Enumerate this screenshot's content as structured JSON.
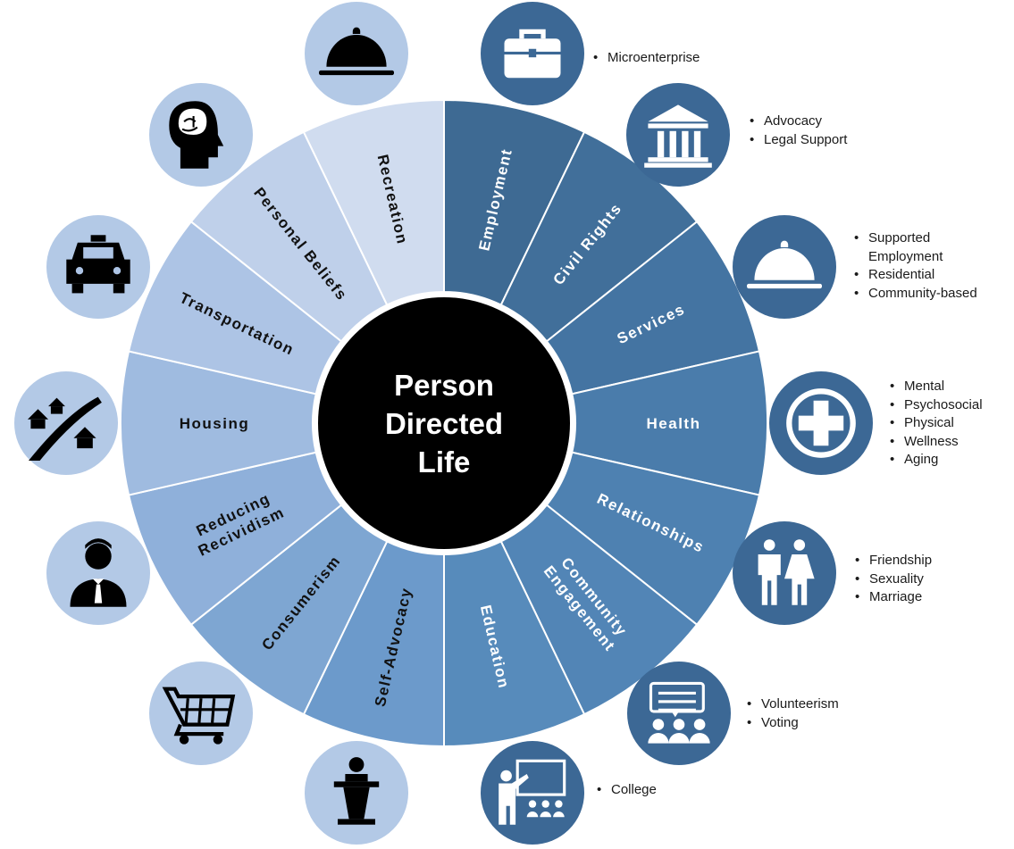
{
  "center": {
    "lines": [
      "Person",
      "Directed",
      "Life"
    ]
  },
  "segments": [
    {
      "id": "employment",
      "label": [
        "Employment"
      ],
      "color": "#3e6a93",
      "text": "#ffffff",
      "icon": "briefcase-icon",
      "notes": [
        "Microenterprise"
      ]
    },
    {
      "id": "civil-rights",
      "label": [
        "Civil Rights"
      ],
      "color": "#416f9a",
      "text": "#ffffff",
      "icon": "courthouse-icon",
      "notes": [
        "Advocacy",
        "Legal Support"
      ]
    },
    {
      "id": "services",
      "label": [
        "Services"
      ],
      "color": "#4474a2",
      "text": "#ffffff",
      "icon": "cloche-icon",
      "notes": [
        "Supported Employment",
        "Residential",
        "Community-based"
      ]
    },
    {
      "id": "health",
      "label": [
        "Health"
      ],
      "color": "#4a7cab",
      "text": "#ffffff",
      "icon": "medical-cross-icon",
      "notes": [
        "Mental",
        "Psychosocial",
        "Physical",
        "Wellness",
        "Aging"
      ]
    },
    {
      "id": "relationships",
      "label": [
        "Relationships"
      ],
      "color": "#4e81b1",
      "text": "#ffffff",
      "icon": "couple-icon",
      "notes": [
        "Friendship",
        "Sexuality",
        "Marriage"
      ]
    },
    {
      "id": "community-engagement",
      "label": [
        "Community",
        "Engagement"
      ],
      "color": "#5285b6",
      "text": "#ffffff",
      "icon": "meeting-group-icon",
      "notes": [
        "Volunteerism",
        "Voting"
      ]
    },
    {
      "id": "education",
      "label": [
        "Education"
      ],
      "color": "#578bbb",
      "text": "#ffffff",
      "icon": "teacher-board-icon",
      "notes": [
        "College"
      ]
    },
    {
      "id": "self-advocacy",
      "label": [
        "Self-Advocacy"
      ],
      "color": "#6c9acb",
      "text": "#111111",
      "icon": "podium-speaker-icon",
      "notes": []
    },
    {
      "id": "consumerism",
      "label": [
        "Consumerism"
      ],
      "color": "#7ea6d2",
      "text": "#111111",
      "icon": "shopping-cart-icon",
      "notes": []
    },
    {
      "id": "reducing-recidivism",
      "label": [
        "Reducing",
        "Recividism"
      ],
      "color": "#8fb0da",
      "text": "#111111",
      "icon": "businessman-icon",
      "notes": []
    },
    {
      "id": "housing",
      "label": [
        "Housing"
      ],
      "color": "#9fbbe0",
      "text": "#111111",
      "icon": "houses-road-icon",
      "notes": []
    },
    {
      "id": "transportation",
      "label": [
        "Transportation"
      ],
      "color": "#adc4e5",
      "text": "#111111",
      "icon": "taxi-icon",
      "notes": []
    },
    {
      "id": "personal-beliefs",
      "label": [
        "Personal Beliefs"
      ],
      "color": "#bfd0ea",
      "text": "#111111",
      "icon": "brain-head-icon",
      "notes": []
    },
    {
      "id": "recreation",
      "label": [
        "Recreation"
      ],
      "color": "#d0dcef",
      "text": "#111111",
      "icon": "cloche-icon",
      "notes": []
    }
  ],
  "colors": {
    "circle_right": "#3c6895",
    "circle_left": "#b3c9e6",
    "icon_white": "#ffffff",
    "icon_black": "#000000",
    "center_fill": "#000000"
  }
}
